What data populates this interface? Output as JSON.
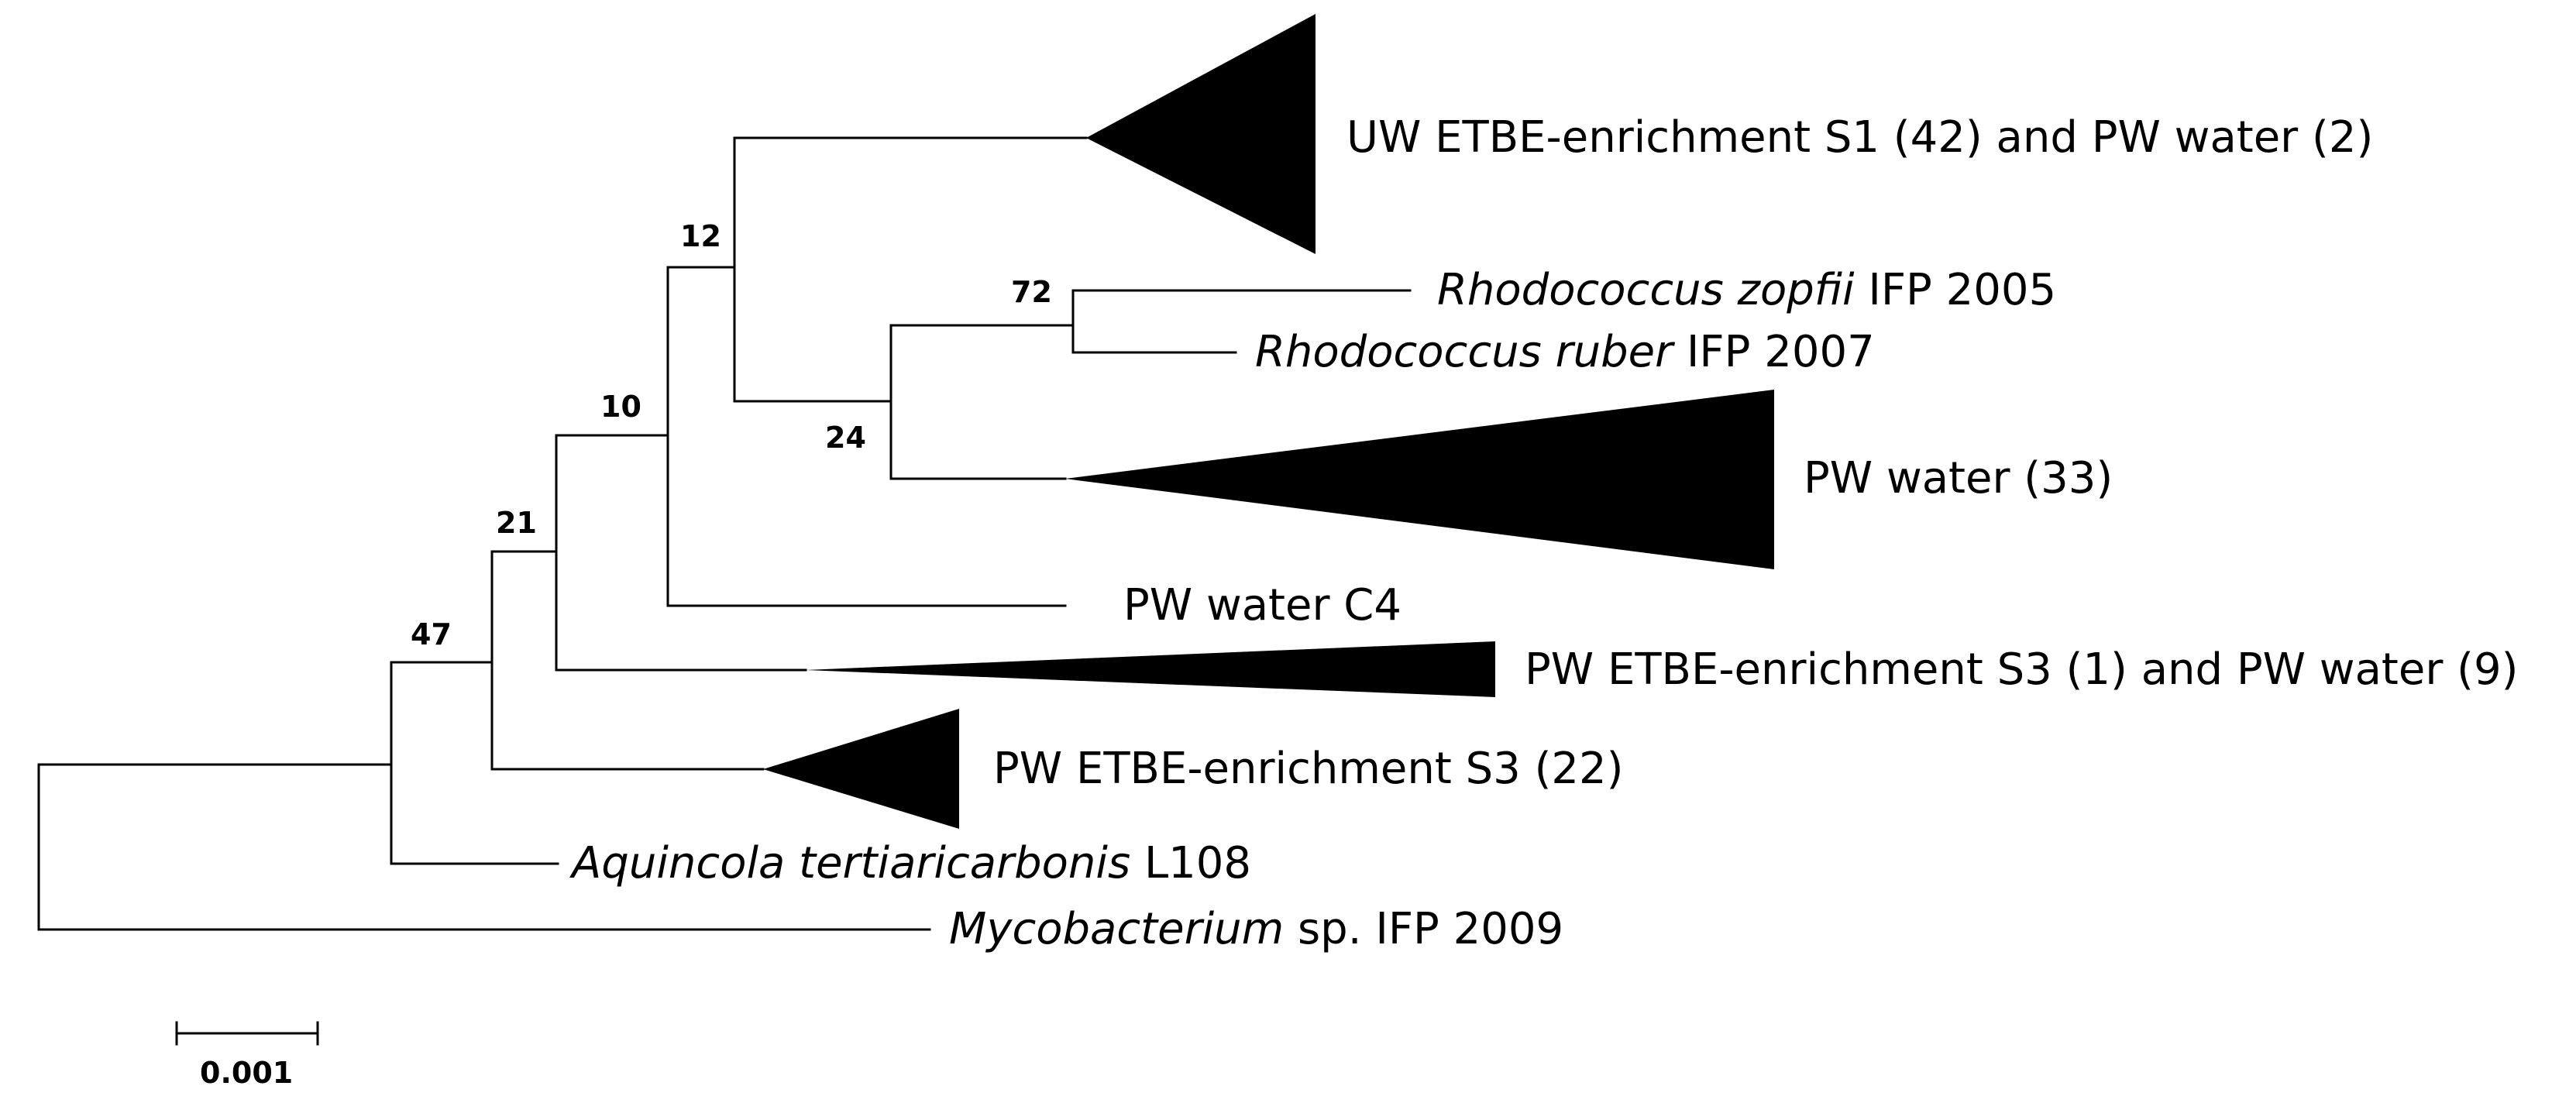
{
  "tree": {
    "bootstrap": {
      "n12": "12",
      "n72": "72",
      "n24": "24",
      "n10": "10",
      "n21": "21",
      "n47": "47"
    },
    "leaves": {
      "uw_clade": "UW ETBE-enrichment S1 (42) and PW water (2)",
      "zopfii_genus": "Rhodococcus zopfii",
      "zopfii_strain": " IFP 2005",
      "ruber_genus": "Rhodococcus ruber",
      "ruber_strain": " IFP 2007",
      "pw33_clade": "PW water (33)",
      "pw_c4": "PW water C4",
      "s3_mix_clade": "PW ETBE-enrichment S3 (1) and PW water (9)",
      "s3_22_clade": "PW ETBE-enrichment S3 (22)",
      "aquincola_genus": "Aquincola tertiaricarbonis",
      "aquincola_strain": " L108",
      "myco_genus": "Mycobacterium",
      "myco_strain": " sp. IFP 2009"
    },
    "scale_bar": {
      "label": "0.001"
    }
  }
}
